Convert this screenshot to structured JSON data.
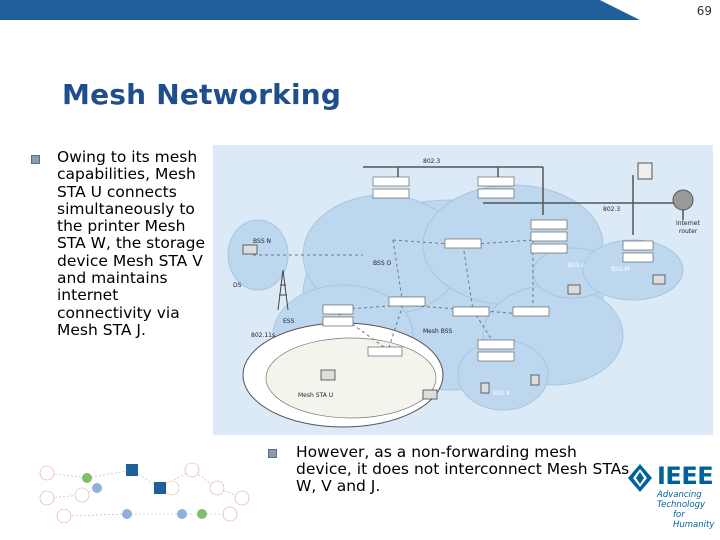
{
  "slide_number": "69",
  "title": "Mesh Networking",
  "left_text": "Owing to its mesh capabilities, Mesh STA U connects simultaneously to the printer Mesh STA W, the storage device Mesh STA V and maintains internet connectivity via Mesh STA J.",
  "right_text": "However, as a non-forwarding mesh device, it does not interconnect Mesh STAs W, V and J.",
  "logo": {
    "word": "IEEE",
    "tagline_1": "Advancing Technology",
    "tagline_2": "for Humanity"
  },
  "diagram": {
    "labels": {
      "wire1": "802.3",
      "wire2": "802.3",
      "internet": "Internet",
      "router": "router",
      "bss_k": "BSS K",
      "bss_l": "BSS L",
      "bss_m": "BSS M",
      "ess": "ESS",
      "mesh_bss": "Mesh BSS",
      "ds": "DS",
      "bss_n": "BSS N",
      "bss_o": "BSS O",
      "mbss": "802.11s",
      "mesh_sta_u": "Mesh STA U"
    }
  },
  "colors": {
    "title": "#1f4e8c",
    "topbar": "#1f5f9a",
    "cloud": "#c8dff0",
    "logo": "#00629b"
  }
}
